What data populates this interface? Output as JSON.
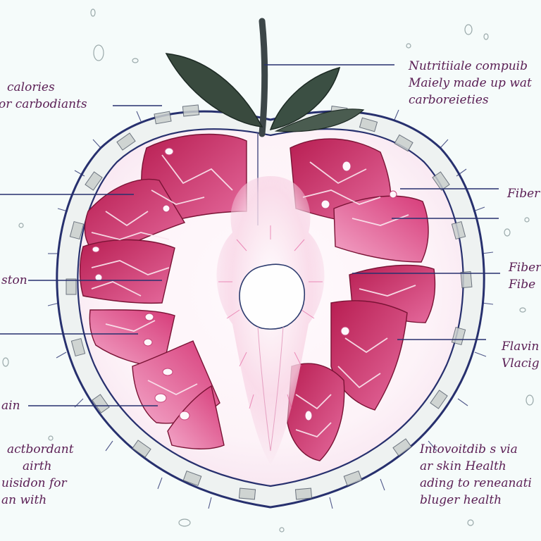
{
  "labels": {
    "top_left": [
      "calories",
      "or carbodiants"
    ],
    "top_right": [
      "Nutritiiale compuib",
      "Maiely made up wat",
      "carboreieties"
    ],
    "fiber_1": [
      "Fiber"
    ],
    "fiber_2": [
      "Fiber",
      "Fibe"
    ],
    "flavin": [
      "Flavin",
      "Vlacig"
    ],
    "left_mid": [
      "ston"
    ],
    "left_low": [
      "ain"
    ],
    "bottom_left": [
      "actbordant",
      "airth",
      "uisidon for",
      "an with"
    ],
    "bottom_right": [
      "Intovoitdib s via",
      "ar skin Health",
      "ading to reneanati",
      "bluger health"
    ]
  },
  "colors": {
    "ink_blue": "#27306e",
    "label_purple": "#5a1e54",
    "seed_dark": "#a3163f",
    "seed_pink": "#e8609a",
    "leaf": "#394a3e",
    "stem": "#3c4648",
    "background": "#f5fbfa"
  }
}
